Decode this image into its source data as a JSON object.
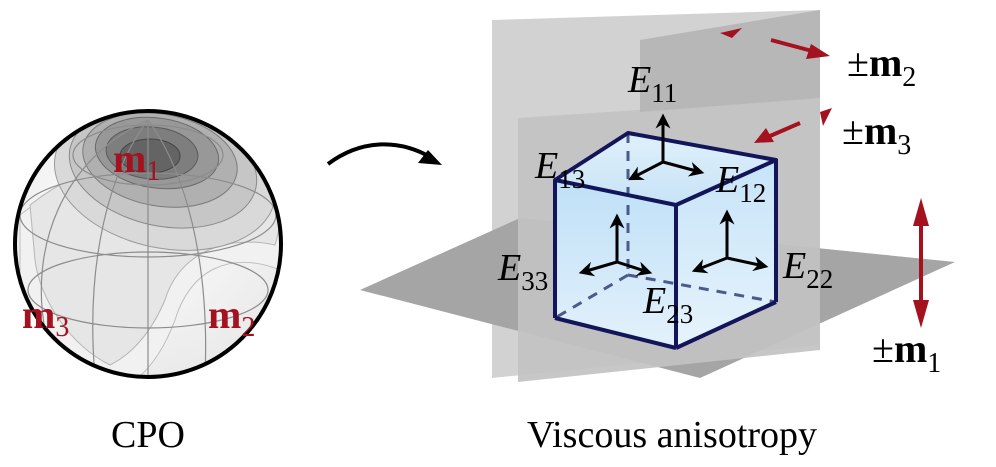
{
  "left_panel": {
    "caption": "CPO",
    "sphere_labels": {
      "m1": {
        "base": "m",
        "sub": "1"
      },
      "m2": {
        "base": "m",
        "sub": "2"
      },
      "m3": {
        "base": "m",
        "sub": "3"
      }
    }
  },
  "right_panel": {
    "caption": "Viscous anisotropy",
    "tensor_labels": {
      "E11": {
        "base": "E",
        "sub": "11"
      },
      "E12": {
        "base": "E",
        "sub": "12"
      },
      "E13": {
        "base": "E",
        "sub": "13"
      },
      "E22": {
        "base": "E",
        "sub": "22"
      },
      "E23": {
        "base": "E",
        "sub": "23"
      },
      "E33": {
        "base": "E",
        "sub": "33"
      }
    },
    "axis_labels": {
      "m1": {
        "prefix": "±",
        "base": "m",
        "sub": "1"
      },
      "m2": {
        "prefix": "±",
        "base": "m",
        "sub": "2"
      },
      "m3": {
        "prefix": "±",
        "base": "m",
        "sub": "3"
      }
    }
  },
  "colors": {
    "accent_red": "#a3121e",
    "cube_edge": "#12155a",
    "cube_fill": "#cfe6f8",
    "plane_gray": "#a7a7a7",
    "plane_light": "#d7d7d7"
  }
}
